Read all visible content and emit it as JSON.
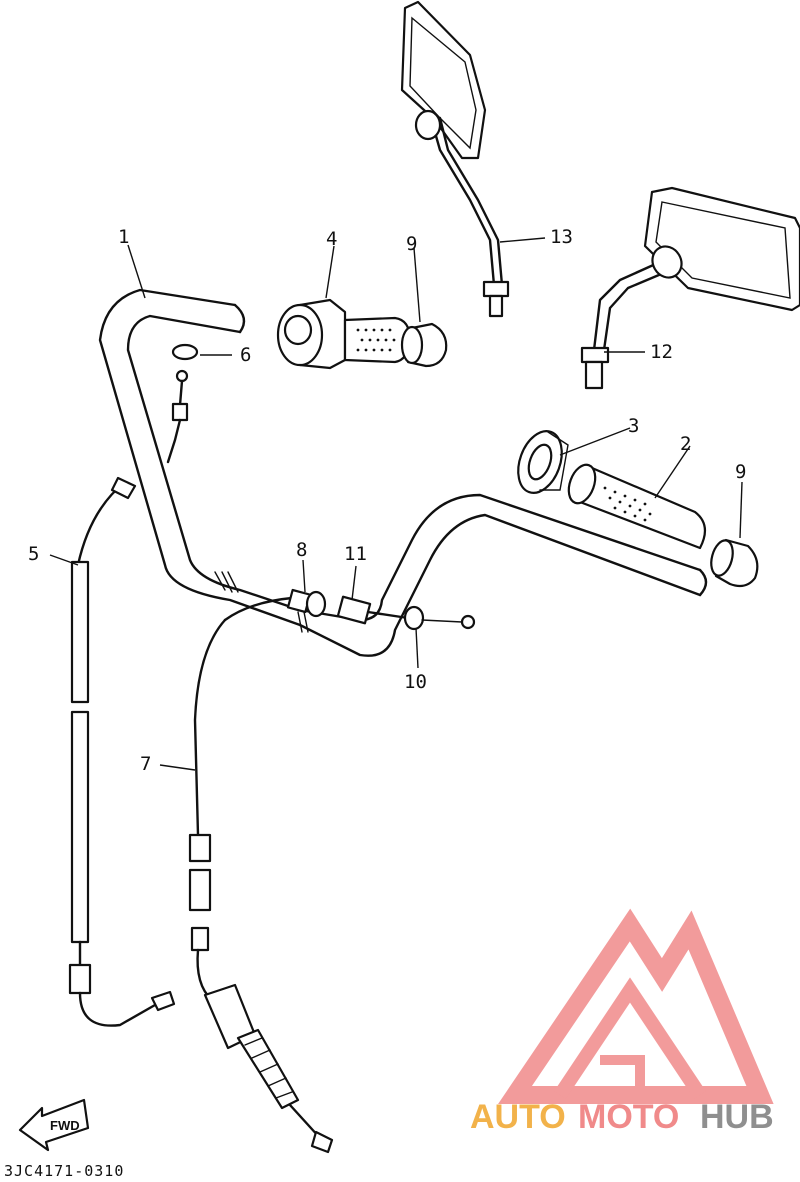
{
  "diagram": {
    "callouts": [
      "1",
      "2",
      "3",
      "4",
      "5",
      "6",
      "7",
      "8",
      "9",
      "9",
      "10",
      "11",
      "12",
      "13"
    ],
    "drawing_code": "3JC4171-0310",
    "fwd_label": "FWD"
  },
  "watermark": {
    "part1": "AUTO",
    "part2": "MOTO",
    "part3": "HUB",
    "colors": {
      "auto": "#f2b24a",
      "moto": "#f08a8a",
      "hub": "#8f8f8f"
    }
  }
}
